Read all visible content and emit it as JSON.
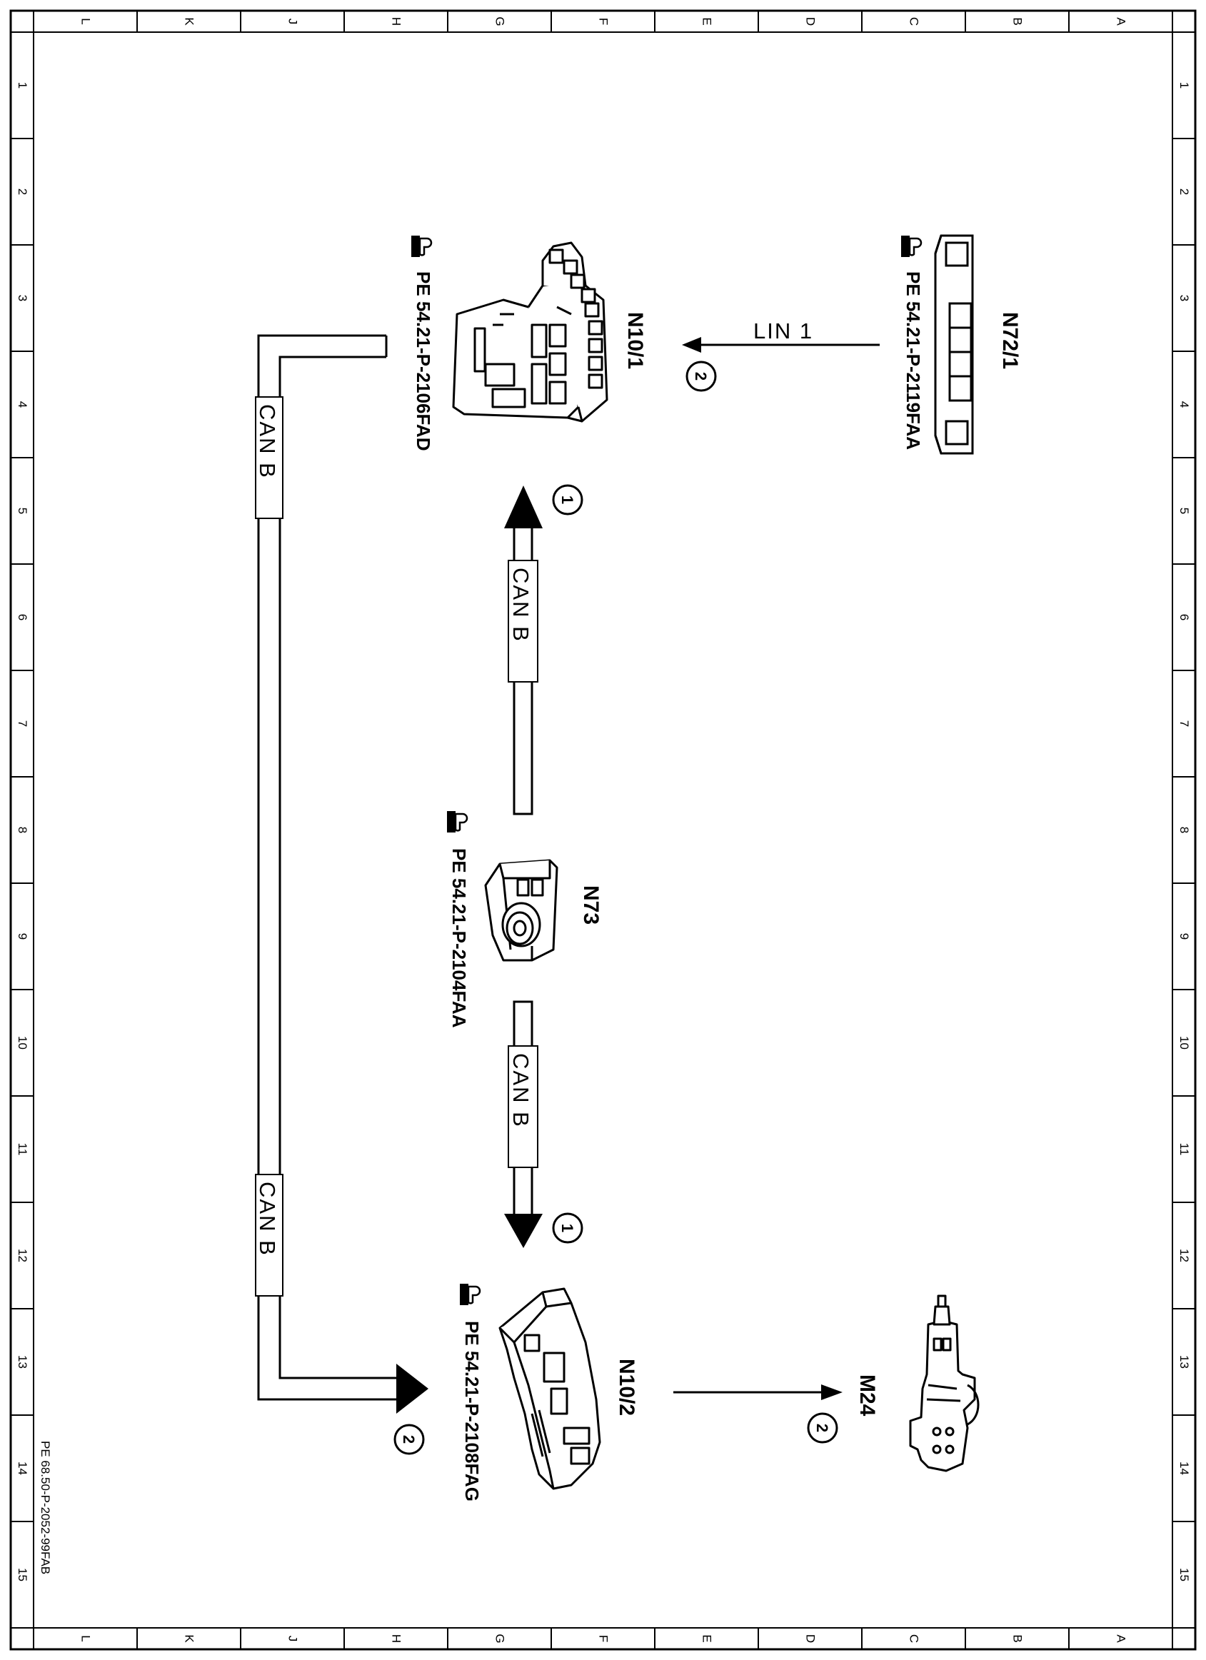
{
  "frame": {
    "columns_top": [
      "L",
      "K",
      "J",
      "H",
      "G",
      "F",
      "E",
      "D",
      "C",
      "B",
      "A"
    ],
    "columns_bottom": [
      "L",
      "K",
      "J",
      "H",
      "G",
      "F",
      "E",
      "D",
      "C",
      "B",
      "A"
    ],
    "rows": [
      "1",
      "2",
      "3",
      "4",
      "5",
      "6",
      "7",
      "8",
      "9",
      "10",
      "11",
      "12",
      "13",
      "14",
      "15"
    ],
    "document_id": "PE 68.50-P-2052-99FAB"
  },
  "components": {
    "n72_1": {
      "label": "N72/1",
      "ref": "PE 54.21-P-2119FAA"
    },
    "n10_1": {
      "label": "N10/1",
      "ref": "PE 54.21-P-2106FAD"
    },
    "n73": {
      "label": "N73",
      "ref": "PE 54.21-P-2104FAA"
    },
    "n10_2": {
      "label": "N10/2",
      "ref": "PE 54.21-P-2108FAG"
    },
    "m24": {
      "label": "M24"
    }
  },
  "connections": {
    "lin1": {
      "label": "LIN 1",
      "marker": "2"
    },
    "can_n73_up": {
      "label": "CAN B",
      "marker": "1"
    },
    "can_n73_down": {
      "label": "CAN B",
      "marker": "1"
    },
    "can_left_upper": {
      "label": "CAN B"
    },
    "can_left_lower": {
      "label": "CAN B",
      "marker": "2"
    },
    "n10_2_to_m24": {
      "marker": "2"
    }
  }
}
